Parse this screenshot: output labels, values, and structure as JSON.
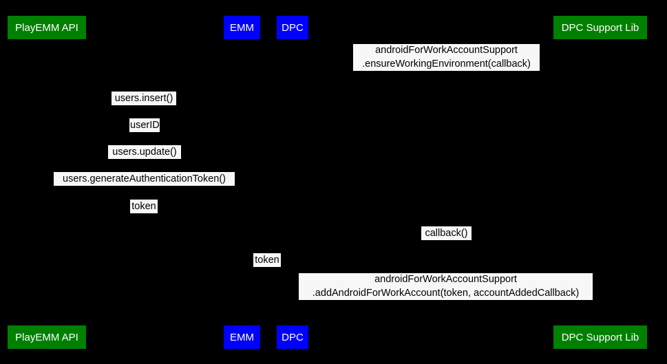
{
  "diagram": {
    "kind": "sequence-diagram",
    "background_color": "#000000",
    "participant_colors": {
      "green": "#008000",
      "blue": "#0000ff",
      "label_background": "#f7f7f7",
      "label_text": "#000000",
      "participant_text": "#ffffff"
    },
    "participants": [
      {
        "id": "playemm-api",
        "label": "PlayEMM API",
        "color": "green"
      },
      {
        "id": "emm",
        "label": "EMM",
        "color": "blue"
      },
      {
        "id": "dpc",
        "label": "DPC",
        "color": "blue"
      },
      {
        "id": "dpc-support-lib",
        "label": "DPC Support Lib",
        "color": "green"
      }
    ],
    "messages": [
      {
        "id": "ensure-working-environment",
        "lines": [
          "androidForWorkAccountSupport",
          ".ensureWorkingEnvironment(callback)"
        ]
      },
      {
        "id": "users-insert",
        "lines": [
          "users.insert()"
        ]
      },
      {
        "id": "user-id",
        "lines": [
          "userID"
        ]
      },
      {
        "id": "users-update",
        "lines": [
          "users.update()"
        ]
      },
      {
        "id": "generate-auth-token",
        "lines": [
          "users.generateAuthenticationToken()"
        ]
      },
      {
        "id": "token-1",
        "lines": [
          "token"
        ]
      },
      {
        "id": "callback",
        "lines": [
          "callback()"
        ]
      },
      {
        "id": "token-2",
        "lines": [
          "token"
        ]
      },
      {
        "id": "add-android-for-work-account",
        "lines": [
          "androidForWorkAccountSupport",
          ".addAndroidForWorkAccount(token, accountAddedCallback)"
        ]
      }
    ]
  }
}
